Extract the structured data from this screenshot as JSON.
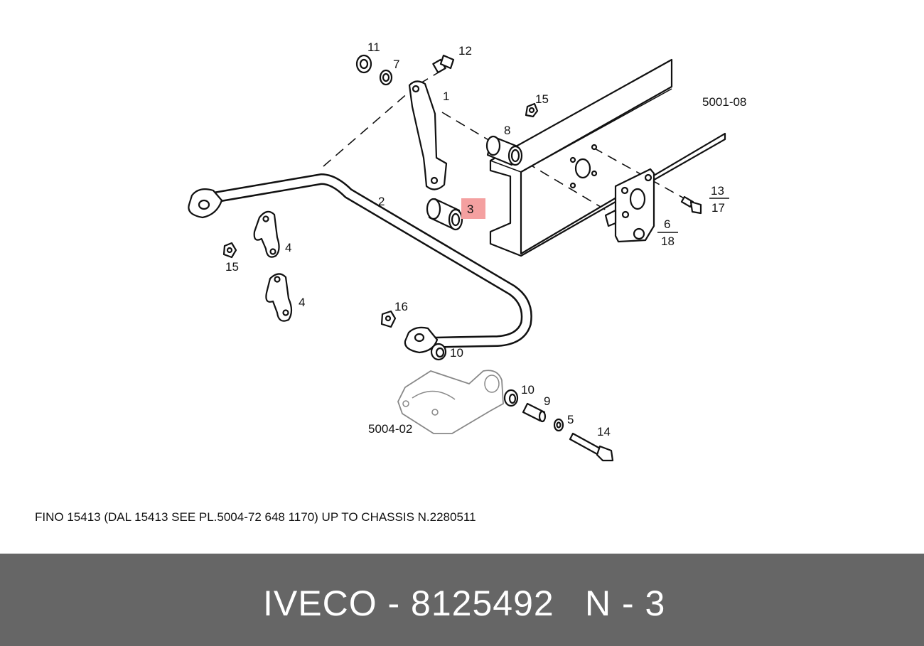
{
  "diagram": {
    "callouts": {
      "c1": "1",
      "c2": "2",
      "c3": "3",
      "c4a": "4",
      "c4b": "4",
      "c5": "5",
      "c6": "6",
      "c18": "18",
      "c7": "7",
      "c8": "8",
      "c9": "9",
      "c10a": "10",
      "c10b": "10",
      "c11": "11",
      "c12": "12",
      "c13": "13",
      "c17": "17",
      "c14": "14",
      "c15a": "15",
      "c15b": "15",
      "c16": "16",
      "ref_frame": "5001-08",
      "ref_bracket": "5004-02"
    },
    "highlight_color": "#f4a0a0",
    "note": "FINO 15413 (DAL 15413 SEE PL.5004-72 648 1170) UP TO CHASSIS N.2280511"
  },
  "footer": {
    "brand_part": "IVECO - 8125492",
    "position": "N - 3",
    "background": "#666666"
  }
}
